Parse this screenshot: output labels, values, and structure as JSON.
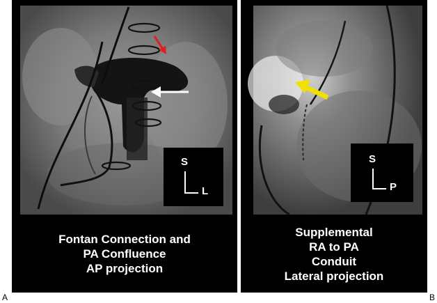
{
  "panel_a": {
    "label": "A",
    "orientation": {
      "top": "S",
      "side": "L"
    },
    "caption_lines": [
      "Fontan Connection and",
      "PA Confluence",
      "AP projection"
    ],
    "arrows": [
      {
        "color": "#e02020",
        "meaning": "red-arrow"
      },
      {
        "color": "#ffffff",
        "meaning": "white-arrow"
      }
    ]
  },
  "panel_b": {
    "label": "B",
    "orientation": {
      "top": "S",
      "side": "P"
    },
    "caption_lines": [
      "Supplemental",
      "RA to PA",
      "Conduit",
      "Lateral projection"
    ],
    "arrows": [
      {
        "color": "#f2e000",
        "meaning": "yellow-arrow"
      }
    ]
  }
}
